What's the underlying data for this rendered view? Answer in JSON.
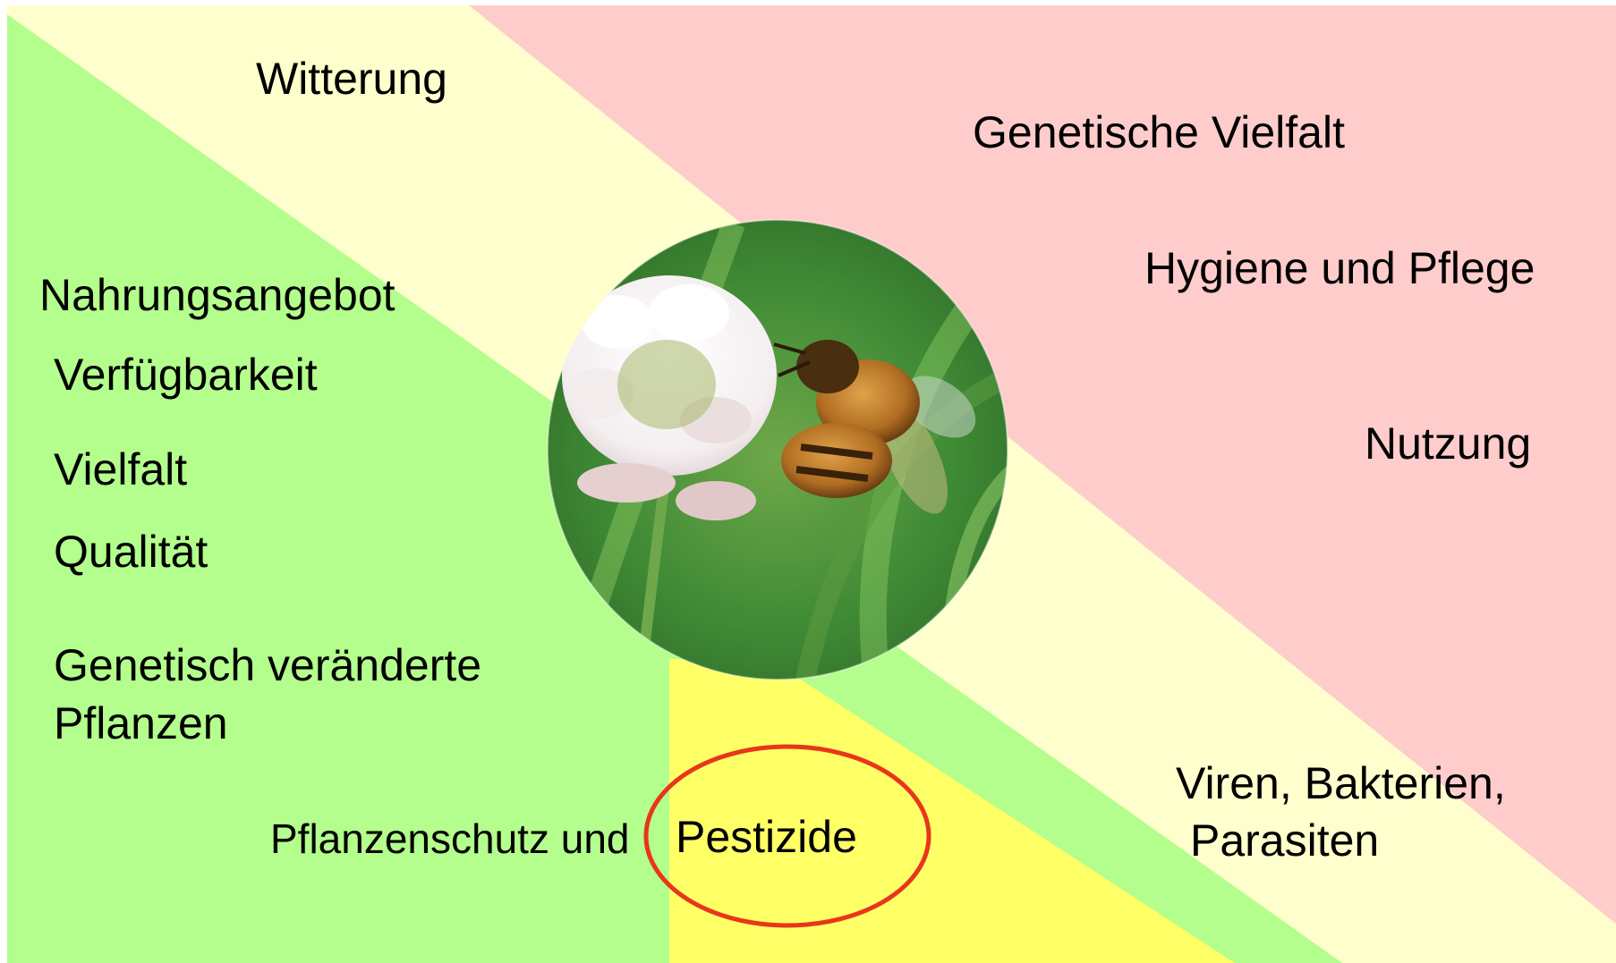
{
  "colors": {
    "green_zone": "#b3fe8c",
    "cream_band": "#feffcc",
    "pink_zone": "#ffcccc",
    "yellow_zone": "#ffff66",
    "highlight_ring": "#e8361b"
  },
  "labels": {
    "witterung": "Witterung",
    "genetische_vielfalt": "Genetische Vielfalt",
    "hygiene_pflege": "Hygiene und Pflege",
    "nutzung": "Nutzung",
    "nahrungsangebot": "Nahrungsangebot",
    "verfuegbarkeit": "Verfügbarkeit",
    "vielfalt": "Vielfalt",
    "qualitaet": "Qualität",
    "gv_pflanzen_line1": "Genetisch veränderte",
    "gv_pflanzen_line2": "Pflanzen",
    "pflanzenschutz": "Pflanzenschutz und",
    "pestizide": "Pestizide",
    "viren_line1": "Viren, Bakterien,",
    "viren_line2": "Parasiten"
  },
  "center_image": {
    "icon": "bee-on-clover-photo"
  }
}
